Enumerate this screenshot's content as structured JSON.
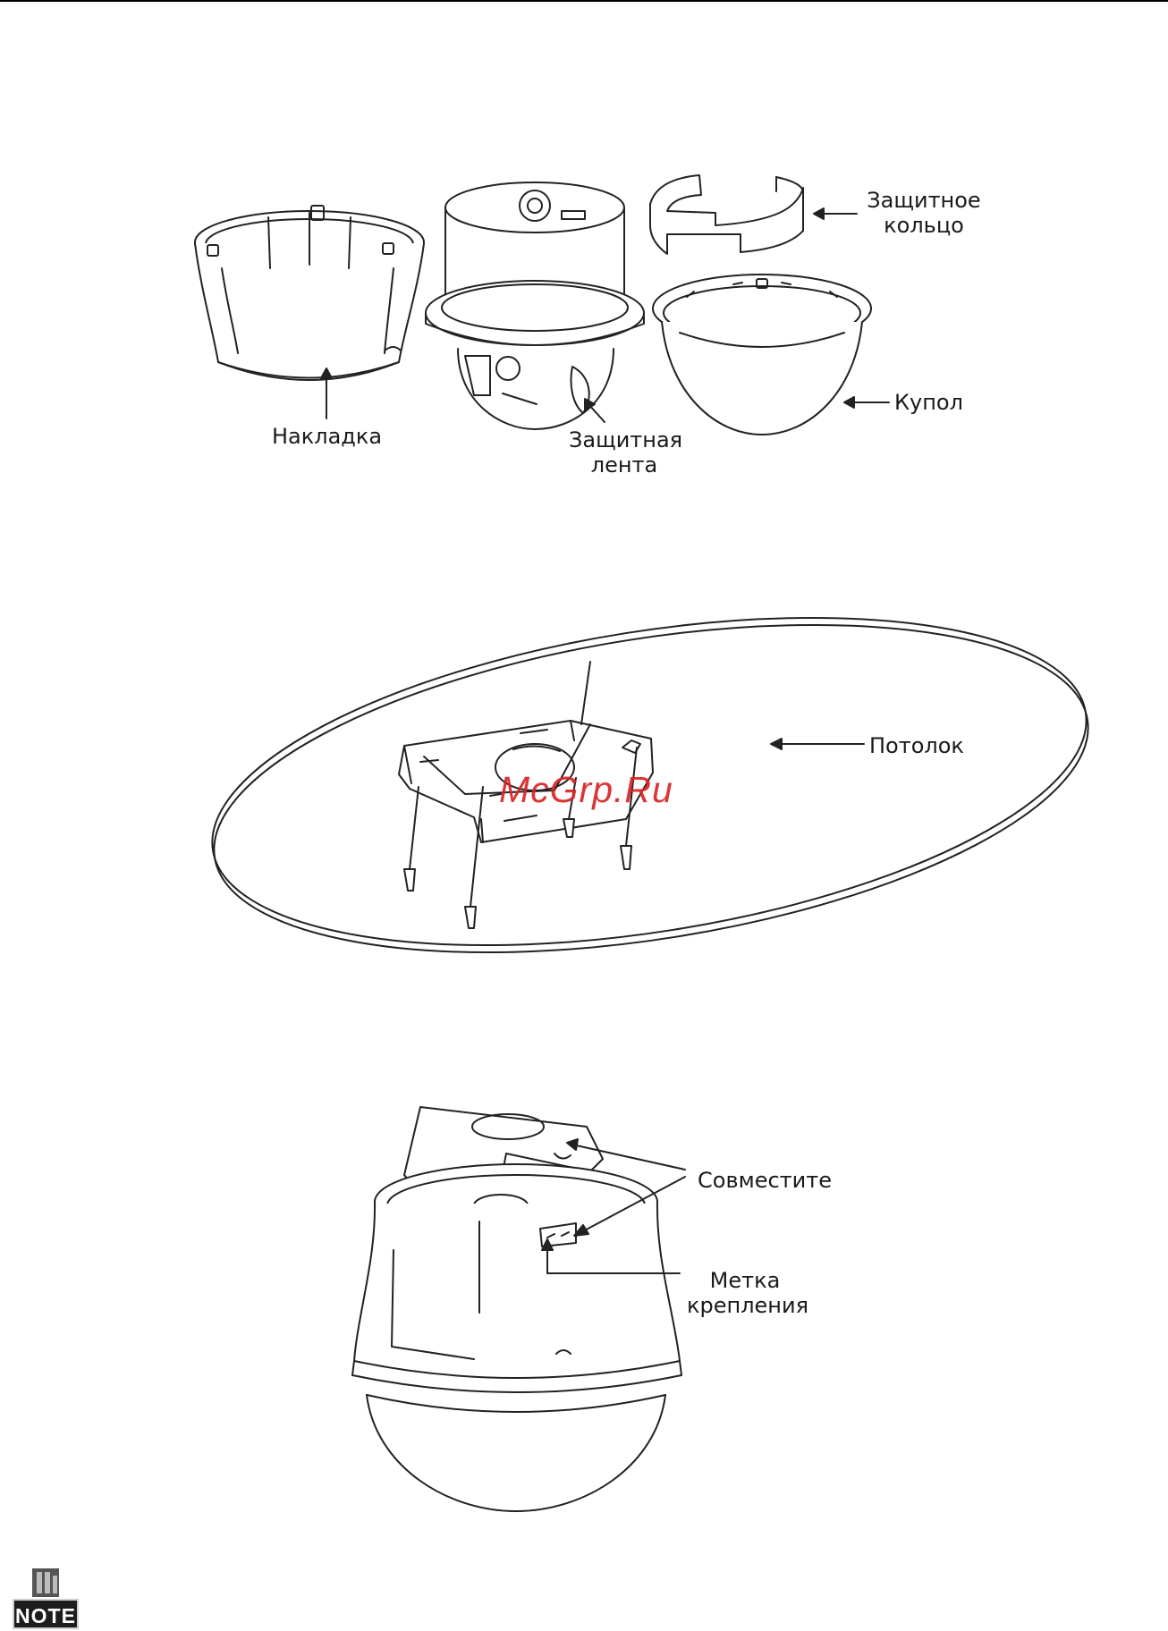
{
  "figure1": {
    "label_overlay": "Накладка",
    "label_tape_line1": "Защитная",
    "label_tape_line2": "лента",
    "label_ring_line1": "Защитное",
    "label_ring_line2": "кольцо",
    "label_dome": "Купол"
  },
  "figure2": {
    "label_ceiling": "Потолок",
    "watermark": "McGrp.Ru"
  },
  "figure3": {
    "label_align": "Совместите",
    "label_mark_line1": "Метка",
    "label_mark_line2": "крепления"
  },
  "note": {
    "badge": "NOTE"
  },
  "colors": {
    "line": "#222222",
    "watermark": "#d82424"
  }
}
